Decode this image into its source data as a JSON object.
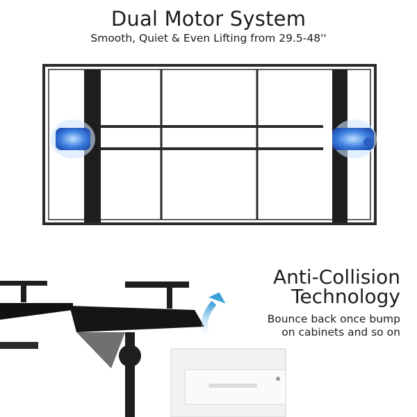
{
  "top_section": {
    "title": "Dual Motor System",
    "subtitle": "Smooth, Quiet & Even Lifting from 29.5-48''"
  },
  "bottom_section": {
    "title_line1": "Anti-Collision",
    "title_line2": "Technology",
    "desc_line1": "Bounce back once bump",
    "desc_line2": "on cabinets and so on"
  },
  "colors": {
    "text": "#1c1c1c",
    "frame": "#2a2a2a",
    "motor": "#3d7fe0",
    "arrow": "#3aa0d8"
  }
}
